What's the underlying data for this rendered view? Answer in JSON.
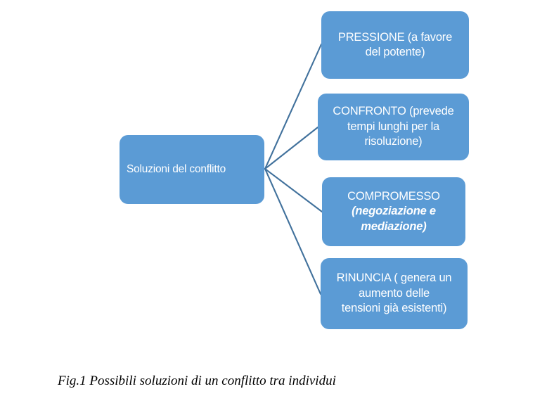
{
  "figure": {
    "background_color": "#FFFFFF",
    "node_fill_color": "#5B9BD5",
    "connector_color": "#41719C",
    "node_text_color": "#FFFFFF",
    "caption_color": "#000000",
    "caption": "Fig.1 Possibili soluzioni di un conflitto tra individui",
    "root": {
      "label": "Soluzioni del conflitto"
    },
    "branches": [
      {
        "name": "pressione",
        "label": "PRESSIONE (a favore del potente)",
        "line1": "PRESSIONE (a favore",
        "line2": "del potente)"
      },
      {
        "name": "confronto",
        "label": "CONFRONTO (prevede tempi lunghi per la risoluzione)",
        "line1": "CONFRONTO (prevede",
        "line2": "tempi lunghi per la",
        "line3": "risoluzione)"
      },
      {
        "name": "compromesso",
        "label": "COMPROMESSO (negoziazione e mediazione)",
        "plain": "COMPROMESSO",
        "emphasis": "(negoziazione e mediazione)"
      },
      {
        "name": "rinuncia",
        "label": "RINUNCIA ( genera un aumento delle tensioni già esistenti)",
        "line1": "RINUNCIA ( genera un",
        "line2": "aumento delle",
        "line3": "tensioni già esistenti)"
      }
    ]
  }
}
